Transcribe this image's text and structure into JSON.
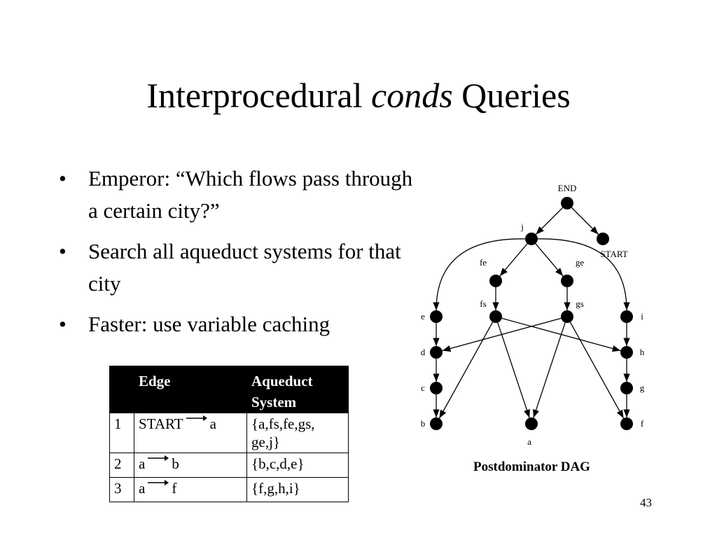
{
  "slide": {
    "title_before": "Interprocedural ",
    "title_italic": "conds",
    "title_after": " Queries",
    "page_number": "43"
  },
  "bullets": [
    "Emperor: “Which flows pass through a certain city?”",
    "Search all aqueduct systems for that city",
    "Faster: use variable caching"
  ],
  "bullet_symbol": "•",
  "table": {
    "headers": [
      "Edge",
      "Aqueduct System"
    ],
    "rows": [
      {
        "num": "1",
        "from": "START",
        "to": "a",
        "system": "{a,fs,fe,gs, ge,j}"
      },
      {
        "num": "2",
        "from": "a",
        "to": "b",
        "system": "{b,c,d,e}"
      },
      {
        "num": "3",
        "from": "a",
        "to": "f",
        "system": "{f,g,h,i}"
      }
    ]
  },
  "diagram": {
    "caption": "Postdominator DAG",
    "nodes": [
      {
        "id": "END",
        "label": "END"
      },
      {
        "id": "START",
        "label": "START"
      },
      {
        "id": "j",
        "label": "j"
      },
      {
        "id": "fe",
        "label": "fe"
      },
      {
        "id": "ge",
        "label": "ge"
      },
      {
        "id": "fs",
        "label": "fs"
      },
      {
        "id": "gs",
        "label": "gs"
      },
      {
        "id": "e",
        "label": "e"
      },
      {
        "id": "d",
        "label": "d"
      },
      {
        "id": "c",
        "label": "c"
      },
      {
        "id": "b",
        "label": "b"
      },
      {
        "id": "i",
        "label": "i"
      },
      {
        "id": "h",
        "label": "h"
      },
      {
        "id": "g",
        "label": "g"
      },
      {
        "id": "f",
        "label": "f"
      },
      {
        "id": "a",
        "label": "a"
      }
    ],
    "edges": [
      [
        "END",
        "j"
      ],
      [
        "END",
        "START"
      ],
      [
        "j",
        "fe"
      ],
      [
        "j",
        "ge"
      ],
      [
        "j",
        "e"
      ],
      [
        "j",
        "i"
      ],
      [
        "fe",
        "fs"
      ],
      [
        "ge",
        "gs"
      ],
      [
        "fs",
        "b"
      ],
      [
        "fs",
        "a"
      ],
      [
        "fs",
        "h"
      ],
      [
        "gs",
        "d"
      ],
      [
        "gs",
        "a"
      ],
      [
        "gs",
        "f"
      ],
      [
        "e",
        "d"
      ],
      [
        "d",
        "c"
      ],
      [
        "c",
        "b"
      ],
      [
        "i",
        "h"
      ],
      [
        "h",
        "g"
      ],
      [
        "g",
        "f"
      ]
    ]
  }
}
